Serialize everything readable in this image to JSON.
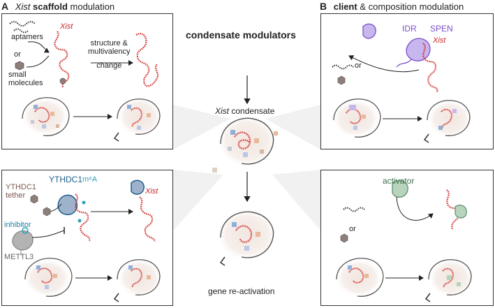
{
  "panel_a": {
    "letter": "A",
    "title_italic": "Xist",
    "title_bold": "scaffold",
    "title_rest": "modulation",
    "top": {
      "aptamers": "aptamers",
      "or": "or",
      "small_molecules": "small molecules",
      "xist": "Xist",
      "change_line1": "structure &",
      "change_line2": "multivalency",
      "change_line3": "change"
    },
    "bottom": {
      "ythdc1_tether_line1": "YTHDC1",
      "ythdc1_tether_line2": "tether",
      "ythdc1": "YTHDC1",
      "m6a": "m⁶A",
      "xist": "Xist",
      "inhibitor": "inhibitor",
      "mettl3": "METTL3"
    }
  },
  "panel_b": {
    "letter": "B",
    "title_bold": "client",
    "title_rest": "& composition modulation",
    "top": {
      "idr": "IDR",
      "spen": "SPEN",
      "xist": "Xist",
      "or": "or"
    },
    "bottom": {
      "activator": "activator",
      "or": "or"
    }
  },
  "center": {
    "title": "condensate modulators",
    "xist": "Xist",
    "condensate": "condensate",
    "reactivation": "gene re-activation"
  },
  "colors": {
    "rna": "#d3302f",
    "frame": "#333333",
    "ythdc1": "#1f5f8f",
    "m6a": "#2aa2b8",
    "spen": "#7b4fc9",
    "activator": "#5b8f6a",
    "mettl3": "#9a9a9a",
    "tether": "#7b5a52"
  }
}
